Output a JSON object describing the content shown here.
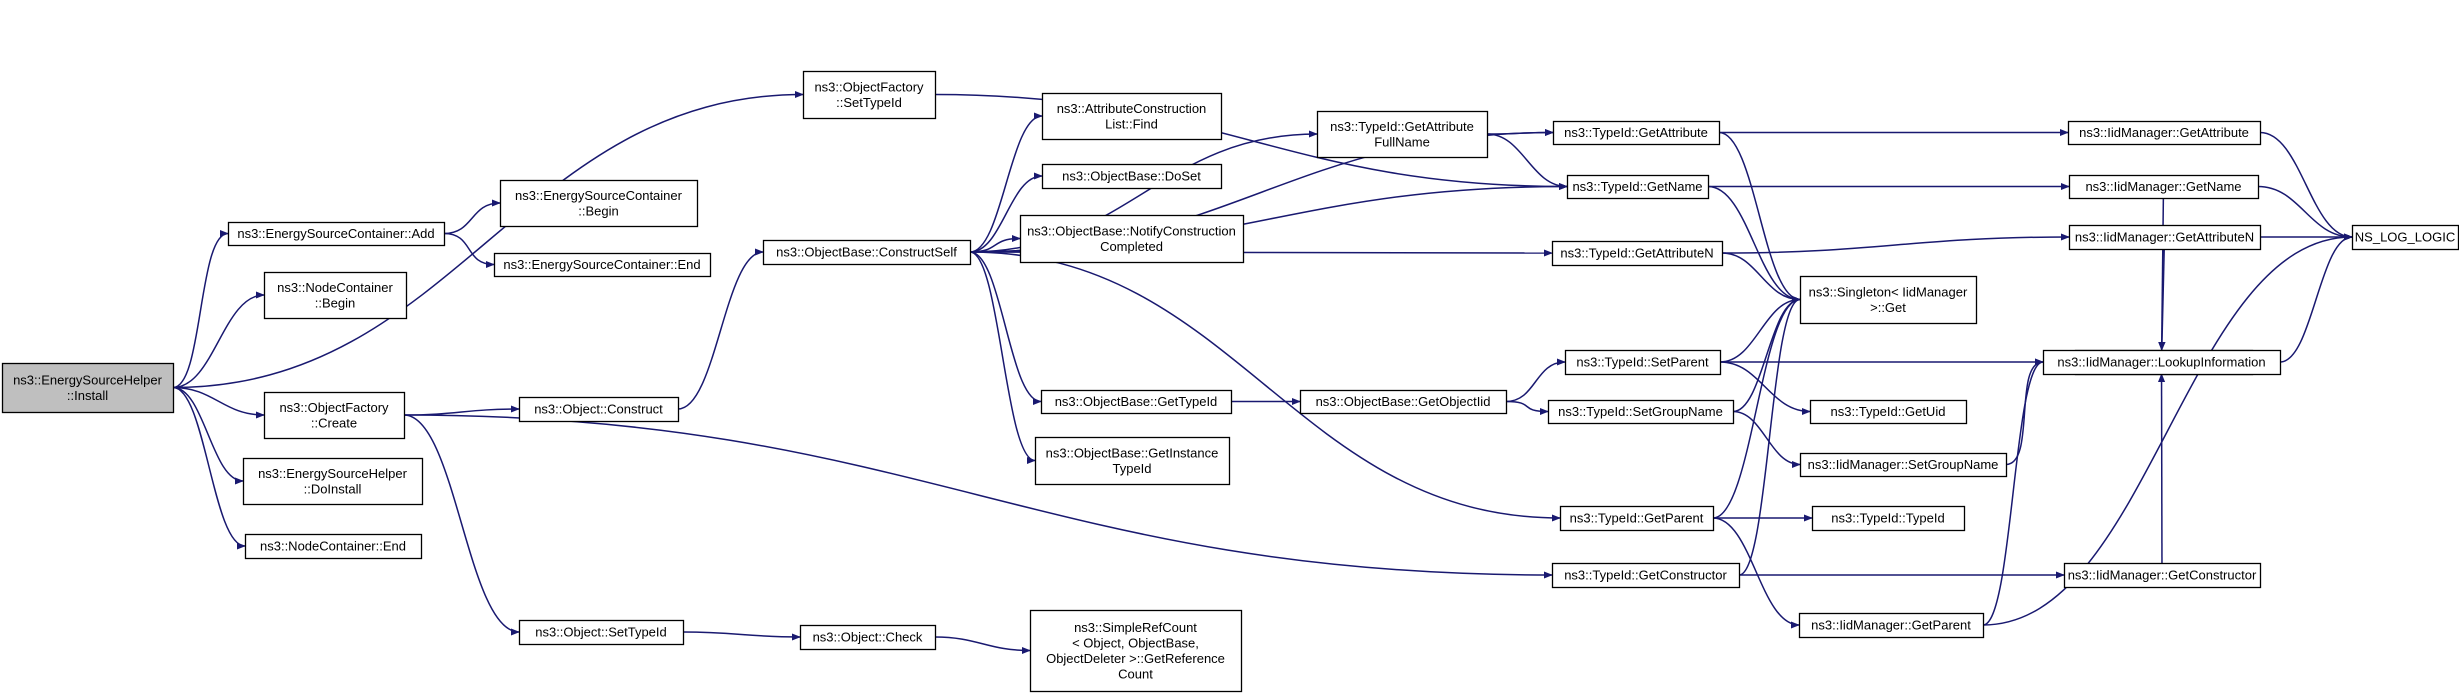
{
  "theme": {
    "edge_color": "#191970",
    "root_fill": "#bfbfbf",
    "node_fill": "#ffffff",
    "node_border": "#000000"
  },
  "nodes": [
    {
      "id": "install",
      "lines": [
        "ns3::EnergySourceHelper",
        "::Install"
      ],
      "root": true
    },
    {
      "id": "esc_add",
      "lines": [
        "ns3::EnergySourceContainer::Add"
      ]
    },
    {
      "id": "nc_begin",
      "lines": [
        "ns3::NodeContainer",
        "::Begin"
      ]
    },
    {
      "id": "of_create",
      "lines": [
        "ns3::ObjectFactory",
        "::Create"
      ]
    },
    {
      "id": "esh_doinstall",
      "lines": [
        "ns3::EnergySourceHelper",
        "::DoInstall"
      ]
    },
    {
      "id": "nc_end",
      "lines": [
        "ns3::NodeContainer::End"
      ]
    },
    {
      "id": "esc_begin",
      "lines": [
        "ns3::EnergySourceContainer",
        "::Begin"
      ]
    },
    {
      "id": "esc_end",
      "lines": [
        "ns3::EnergySourceContainer::End"
      ]
    },
    {
      "id": "of_settypeid",
      "lines": [
        "ns3::ObjectFactory",
        "::SetTypeId"
      ]
    },
    {
      "id": "obj_construct",
      "lines": [
        "ns3::Object::Construct"
      ]
    },
    {
      "id": "obj_settypeid",
      "lines": [
        "ns3::Object::SetTypeId"
      ]
    },
    {
      "id": "ob_constructself",
      "lines": [
        "ns3::ObjectBase::ConstructSelf"
      ]
    },
    {
      "id": "obj_check",
      "lines": [
        "ns3::Object::Check"
      ]
    },
    {
      "id": "acl_find",
      "lines": [
        "ns3::AttributeConstruction",
        "List::Find"
      ]
    },
    {
      "id": "ob_doset",
      "lines": [
        "ns3::ObjectBase::DoSet"
      ]
    },
    {
      "id": "ob_notify",
      "lines": [
        "ns3::ObjectBase::NotifyConstruction",
        "Completed"
      ]
    },
    {
      "id": "ob_gettypeid",
      "lines": [
        "ns3::ObjectBase::GetTypeId"
      ]
    },
    {
      "id": "ob_getinstance",
      "lines": [
        "ns3::ObjectBase::GetInstance",
        "TypeId"
      ]
    },
    {
      "id": "src_getref",
      "lines": [
        "ns3::SimpleRefCount",
        "< Object, ObjectBase,",
        "ObjectDeleter >::GetReference",
        "Count"
      ]
    },
    {
      "id": "tid_getattrfullname",
      "lines": [
        "ns3::TypeId::GetAttribute",
        "FullName"
      ]
    },
    {
      "id": "ob_getobjectiid",
      "lines": [
        "ns3::ObjectBase::GetObjectIid"
      ]
    },
    {
      "id": "tid_getattribute",
      "lines": [
        "ns3::TypeId::GetAttribute"
      ]
    },
    {
      "id": "tid_getname",
      "lines": [
        "ns3::TypeId::GetName"
      ]
    },
    {
      "id": "tid_getattributen",
      "lines": [
        "ns3::TypeId::GetAttributeN"
      ]
    },
    {
      "id": "tid_setparent",
      "lines": [
        "ns3::TypeId::SetParent"
      ]
    },
    {
      "id": "tid_setgroupname",
      "lines": [
        "ns3::TypeId::SetGroupName"
      ]
    },
    {
      "id": "tid_getparent",
      "lines": [
        "ns3::TypeId::GetParent"
      ]
    },
    {
      "id": "tid_getconstructor",
      "lines": [
        "ns3::TypeId::GetConstructor"
      ]
    },
    {
      "id": "singleton_get",
      "lines": [
        "ns3::Singleton< IidManager",
        ">::Get"
      ]
    },
    {
      "id": "iid_getattribute",
      "lines": [
        "ns3::IidManager::GetAttribute"
      ]
    },
    {
      "id": "iid_getname",
      "lines": [
        "ns3::IidManager::GetName"
      ]
    },
    {
      "id": "iid_getattributen",
      "lines": [
        "ns3::IidManager::GetAttributeN"
      ]
    },
    {
      "id": "iid_setparent",
      "lines": [
        "ns3::IidManager::SetParent"
      ]
    },
    {
      "id": "tid_getuid",
      "lines": [
        "ns3::TypeId::GetUid"
      ]
    },
    {
      "id": "iid_setgroupname",
      "lines": [
        "ns3::IidManager::SetGroupName"
      ]
    },
    {
      "id": "tid_typeid",
      "lines": [
        "ns3::TypeId::TypeId"
      ]
    },
    {
      "id": "iid_getconstructor",
      "lines": [
        "ns3::IidManager::GetConstructor"
      ]
    },
    {
      "id": "iid_getparent",
      "lines": [
        "ns3::IidManager::GetParent"
      ]
    },
    {
      "id": "ns_log_logic",
      "lines": [
        "NS_LOG_LOGIC"
      ]
    },
    {
      "id": "iid_lookup",
      "lines": [
        "ns3::IidManager::LookupInformation"
      ]
    }
  ],
  "edges": [
    [
      "install",
      "esc_add"
    ],
    [
      "install",
      "nc_begin"
    ],
    [
      "install",
      "of_create"
    ],
    [
      "install",
      "esh_doinstall"
    ],
    [
      "install",
      "nc_end"
    ],
    [
      "install",
      "of_settypeid"
    ],
    [
      "esc_add",
      "esc_begin"
    ],
    [
      "esc_add",
      "esc_end"
    ],
    [
      "of_create",
      "obj_construct"
    ],
    [
      "of_create",
      "obj_settypeid"
    ],
    [
      "of_create",
      "tid_getconstructor"
    ],
    [
      "obj_construct",
      "ob_constructself"
    ],
    [
      "obj_settypeid",
      "obj_check"
    ],
    [
      "obj_check",
      "src_getref"
    ],
    [
      "of_settypeid",
      "tid_getname"
    ],
    [
      "ob_constructself",
      "tid_getattribute"
    ],
    [
      "ob_constructself",
      "tid_getattrfullname"
    ],
    [
      "ob_constructself",
      "acl_find"
    ],
    [
      "ob_constructself",
      "ob_doset"
    ],
    [
      "ob_constructself",
      "ob_notify"
    ],
    [
      "ob_constructself",
      "tid_getname"
    ],
    [
      "ob_constructself",
      "tid_getattributen"
    ],
    [
      "ob_constructself",
      "ob_gettypeid"
    ],
    [
      "ob_constructself",
      "ob_getinstance"
    ],
    [
      "ob_constructself",
      "tid_getparent"
    ],
    [
      "ob_gettypeid",
      "ob_getobjectiid"
    ],
    [
      "ob_getobjectiid",
      "tid_setparent"
    ],
    [
      "ob_getobjectiid",
      "tid_setgroupname"
    ],
    [
      "tid_getattrfullname",
      "tid_getattribute"
    ],
    [
      "tid_getattrfullname",
      "tid_getname"
    ],
    [
      "tid_getattribute",
      "iid_getattribute"
    ],
    [
      "tid_getattribute",
      "singleton_get"
    ],
    [
      "tid_getname",
      "iid_getname"
    ],
    [
      "tid_getname",
      "singleton_get"
    ],
    [
      "tid_getattributen",
      "iid_getattributen"
    ],
    [
      "tid_getattributen",
      "singleton_get"
    ],
    [
      "tid_setparent",
      "singleton_get"
    ],
    [
      "tid_setparent",
      "iid_setparent"
    ],
    [
      "tid_setparent",
      "tid_getuid"
    ],
    [
      "tid_setgroupname",
      "singleton_get"
    ],
    [
      "tid_setgroupname",
      "iid_setgroupname"
    ],
    [
      "tid_getparent",
      "singleton_get"
    ],
    [
      "tid_getparent",
      "tid_typeid"
    ],
    [
      "tid_getparent",
      "iid_getparent"
    ],
    [
      "tid_getconstructor",
      "singleton_get"
    ],
    [
      "tid_getconstructor",
      "iid_getconstructor"
    ],
    [
      "iid_getattribute",
      "ns_log_logic"
    ],
    [
      "iid_getname",
      "ns_log_logic"
    ],
    [
      "iid_getname",
      "iid_lookup"
    ],
    [
      "iid_getattributen",
      "ns_log_logic"
    ],
    [
      "iid_getattributen",
      "iid_lookup"
    ],
    [
      "iid_setparent",
      "iid_lookup"
    ],
    [
      "iid_setgroupname",
      "iid_lookup"
    ],
    [
      "iid_getconstructor",
      "iid_lookup"
    ],
    [
      "iid_getparent",
      "iid_lookup"
    ],
    [
      "iid_getparent",
      "ns_log_logic"
    ],
    [
      "iid_lookup",
      "ns_log_logic"
    ]
  ]
}
